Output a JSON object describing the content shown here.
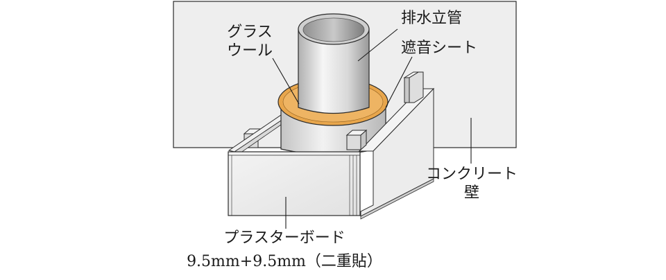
{
  "labels": {
    "drain_pipe": "排水立管",
    "sound_sheet": "遮音シート",
    "glass_wool_line1": "グラス",
    "glass_wool_line2": "ウール",
    "concrete_wall_line1": "コンクリート",
    "concrete_wall_line2": "壁",
    "plasterboard_line1": "プラスターボード",
    "plasterboard_line2": "9.5mm+9.5mm（二重貼）"
  },
  "colors": {
    "wall": "#ededed",
    "outline": "#2a2a2a",
    "glass_wool": "#e8a64c",
    "pipe_light": "#f4f4f4",
    "pipe_dark": "#9a9a9a",
    "board": "#e4e4e4"
  }
}
